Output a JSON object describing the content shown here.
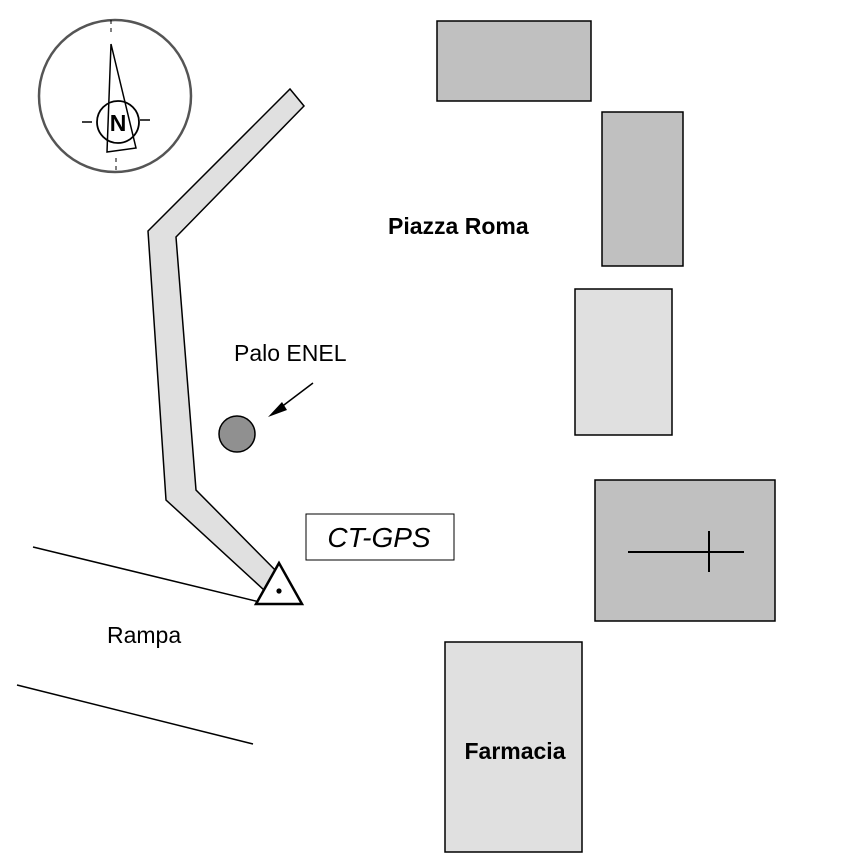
{
  "map": {
    "compass_letter": "N",
    "labels": {
      "square": "Piazza Roma",
      "pole": "Palo ENEL",
      "station": "CT-GPS",
      "ramp": "Rampa",
      "pharmacy": "Farmacia"
    },
    "colors": {
      "building_dark": "#c0c0c0",
      "building_light": "#e0e0e0",
      "road": "#e0e0e0",
      "pole": "#909090",
      "stroke": "#000000"
    },
    "icons": {
      "compass": "compass-rose-icon",
      "station": "triangle-benchmark-icon",
      "church": "cross-icon"
    }
  }
}
